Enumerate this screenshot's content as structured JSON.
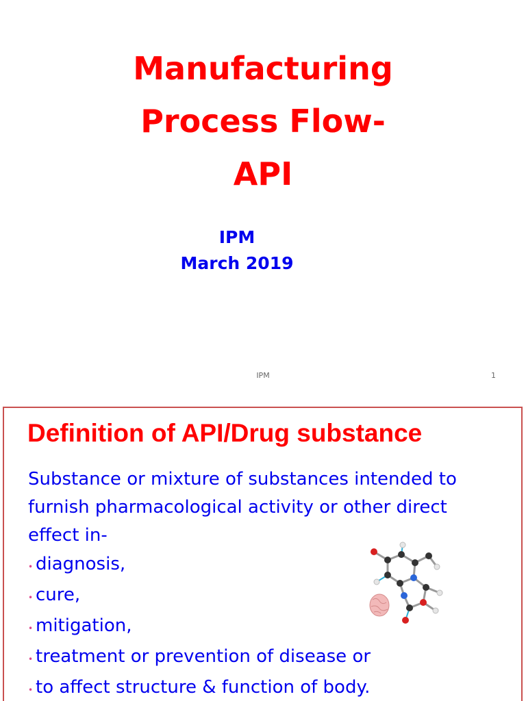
{
  "slide1": {
    "title_lines": [
      "Manufacturing",
      "Process Flow-",
      "API"
    ],
    "subtitle_lines": [
      "IPM",
      "March 2019"
    ],
    "footer": {
      "center": "IPM",
      "page_number": "1"
    }
  },
  "slide2": {
    "heading": "Definition of API/Drug substance",
    "paragraph": "Substance or mixture of substances intended to furnish pharmacological activity or other direct effect in-",
    "bullets": [
      "diagnosis,",
      "cure,",
      "mitigation,",
      "treatment or prevention of disease or",
      "to affect structure & function of body."
    ],
    "image_icon": "molecule-structure-icon"
  },
  "colors": {
    "title_red": "#ff0000",
    "body_blue": "#0000ee",
    "bullet_pink": "#e0418a",
    "frame_border": "#c9504f"
  }
}
